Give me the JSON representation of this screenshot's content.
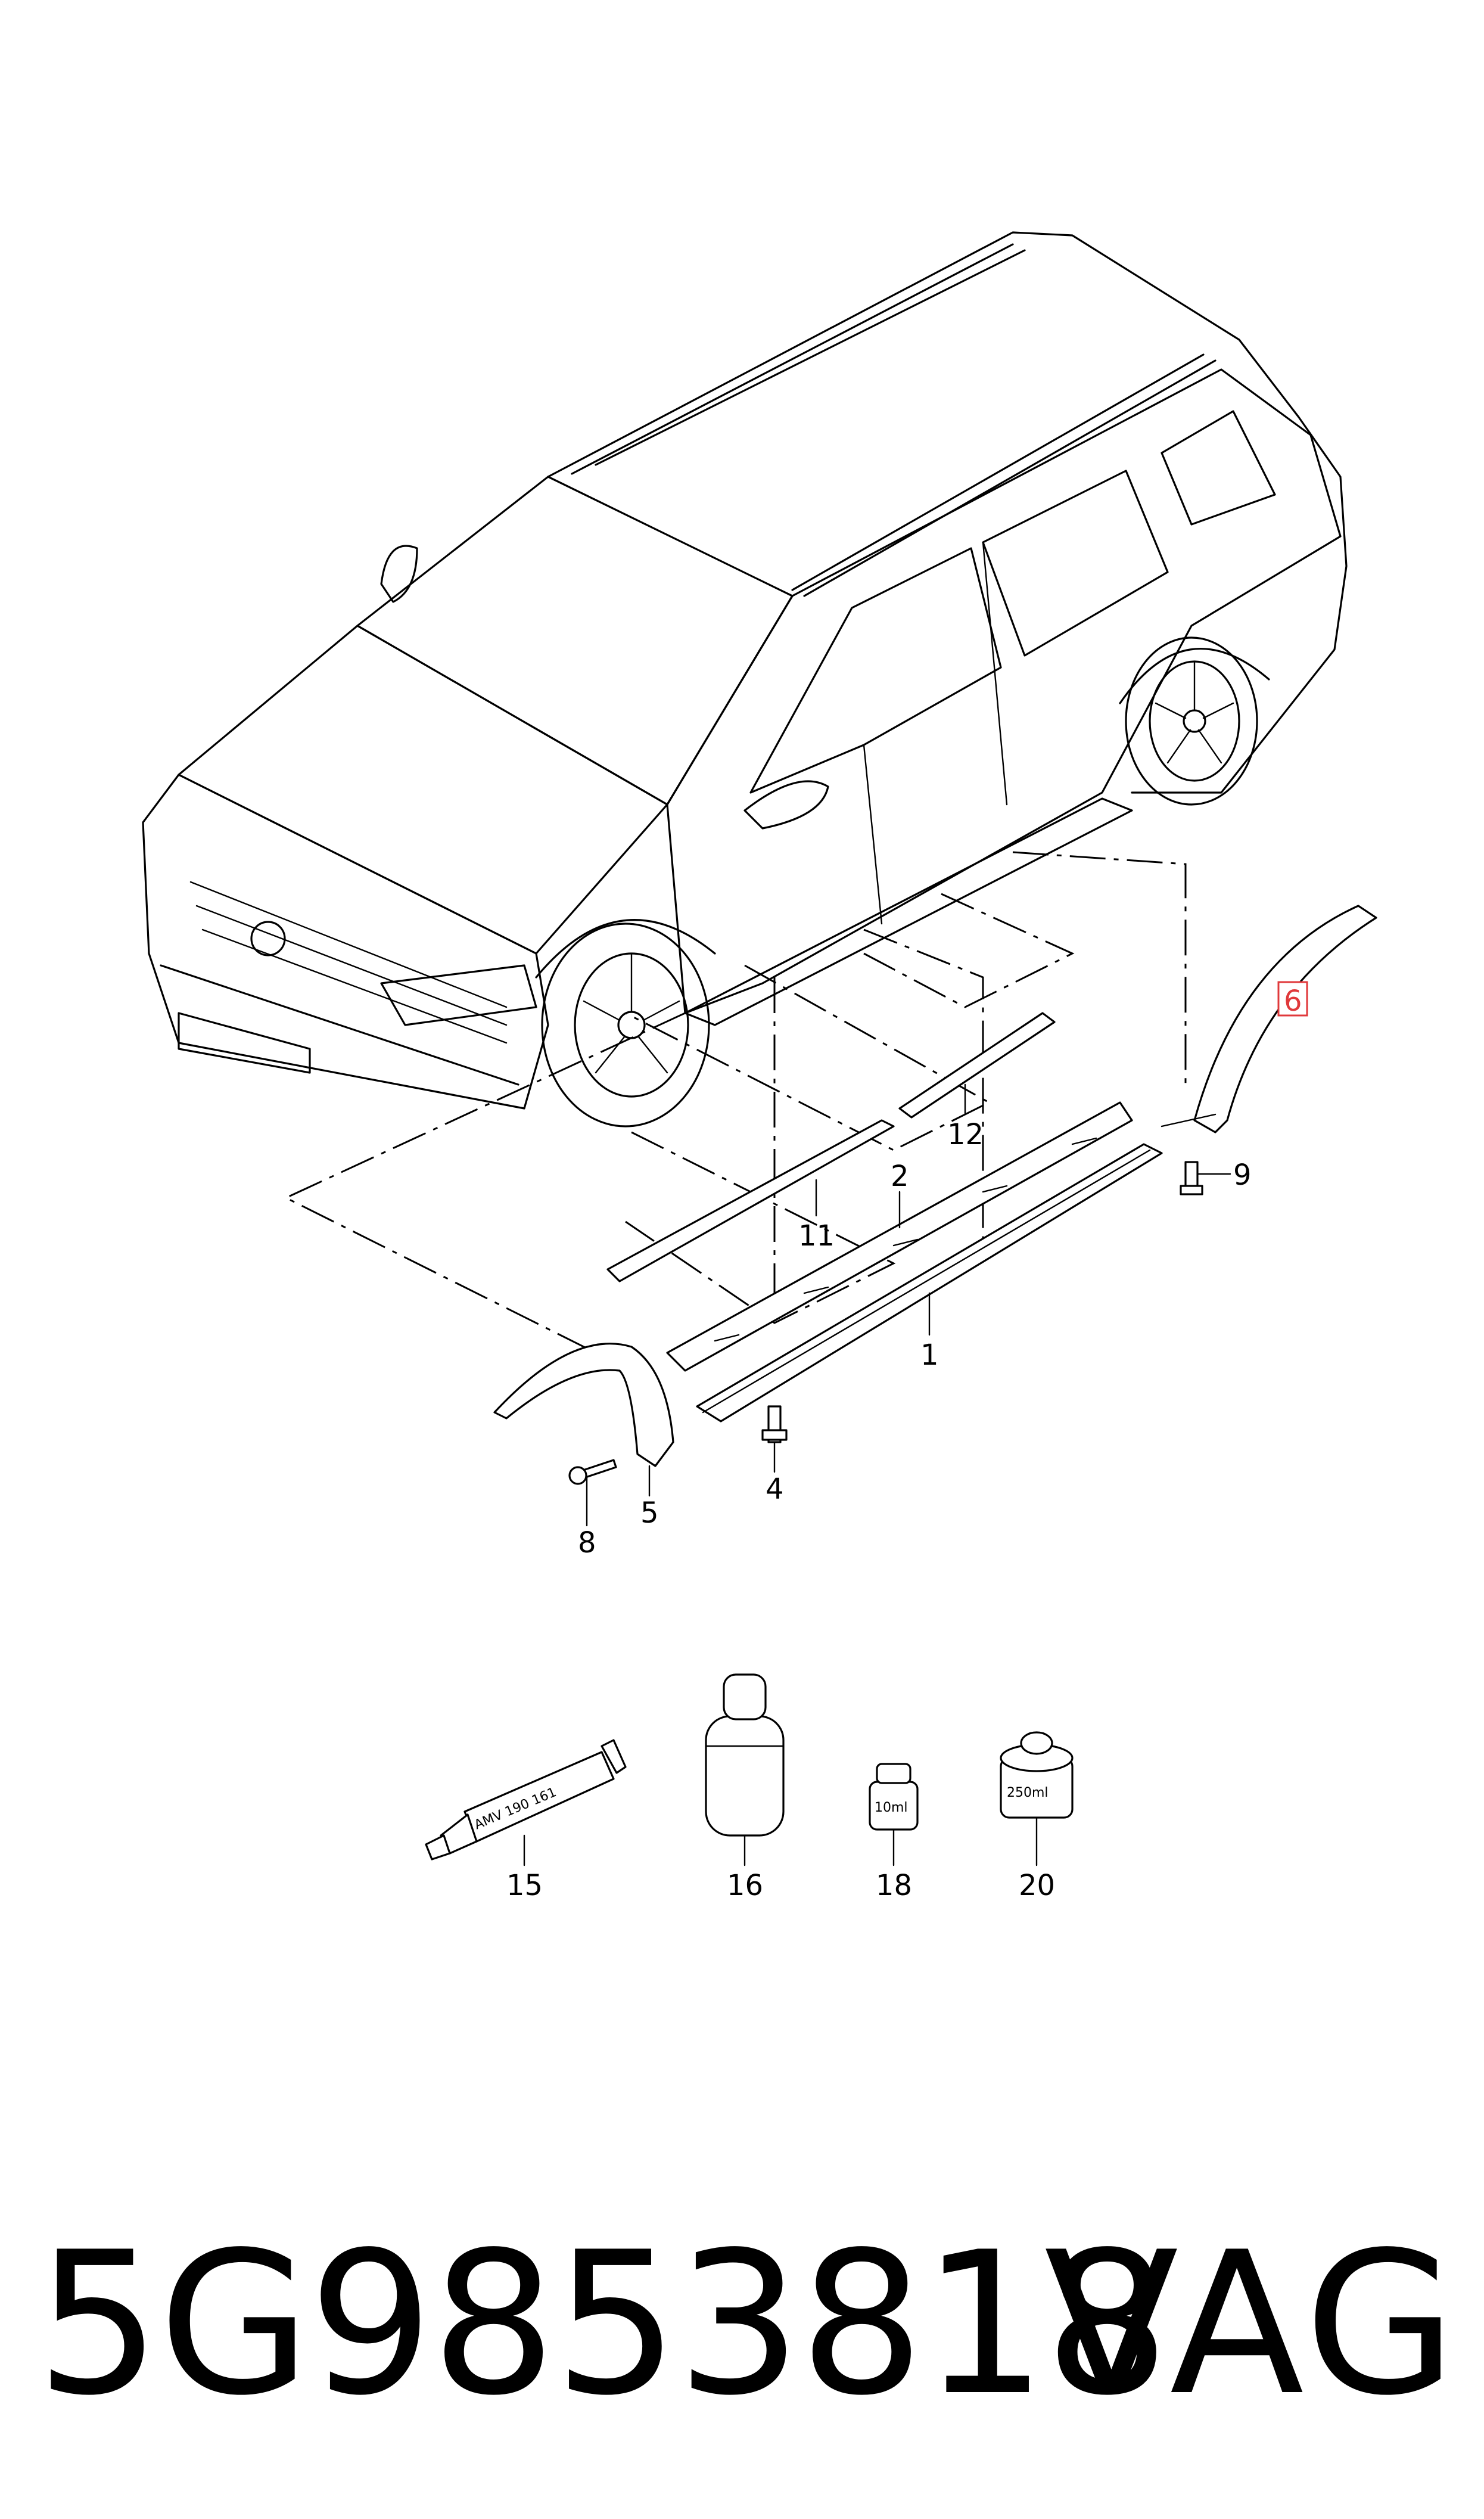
{
  "callouts": {
    "c1": "1",
    "c2": "2",
    "c4": "4",
    "c5": "5",
    "c6": "6",
    "c8": "8",
    "c9": "9",
    "c11": "11",
    "c12": "12",
    "c15": "15",
    "c16": "16",
    "c18": "18",
    "c20": "20"
  },
  "product_text": {
    "tube": "AMV 190 161",
    "jar_small": "10ml",
    "jar_large": "250ml"
  },
  "highlight_color": "#e0393b",
  "footer": {
    "part_number": "5G9853818",
    "brand": "VAG"
  }
}
